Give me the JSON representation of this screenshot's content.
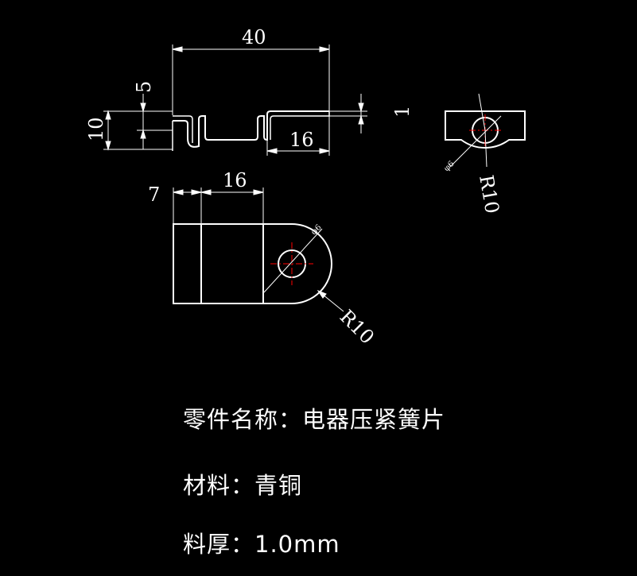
{
  "colors": {
    "background": "#000000",
    "line": "#ffffff",
    "centerline": "#ff0000"
  },
  "dimensions": {
    "side_view": {
      "overall_width": "40",
      "height": "10",
      "step": "5",
      "thickness": "1",
      "flange": "16"
    },
    "end_view": {
      "radius": "R10",
      "hole": "φ6"
    },
    "top_view": {
      "offset": "7",
      "width": "16",
      "radius": "R10",
      "hole": "φ6"
    }
  },
  "notes": {
    "part_name_label": "零件名称：",
    "part_name": "电器压紧簧片",
    "material_label": "材料：",
    "material": "青铜",
    "thickness_label": "料厚：",
    "thickness": "1.0mm"
  }
}
